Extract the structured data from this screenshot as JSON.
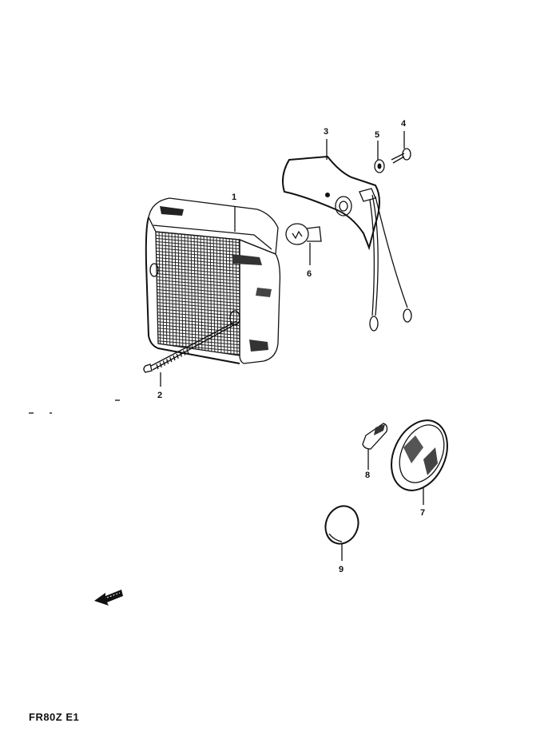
{
  "diagram": {
    "code": "FR80Z E1",
    "parts": [
      {
        "label": "1",
        "name": "tail-light-lens-assembly"
      },
      {
        "label": "2",
        "name": "screw"
      },
      {
        "label": "3",
        "name": "socket-bracket-with-wires"
      },
      {
        "label": "4",
        "name": "screw"
      },
      {
        "label": "5",
        "name": "nut"
      },
      {
        "label": "6",
        "name": "bulb"
      },
      {
        "label": "7",
        "name": "reflector"
      },
      {
        "label": "8",
        "name": "reflector-plate"
      },
      {
        "label": "9",
        "name": "cap"
      }
    ]
  }
}
